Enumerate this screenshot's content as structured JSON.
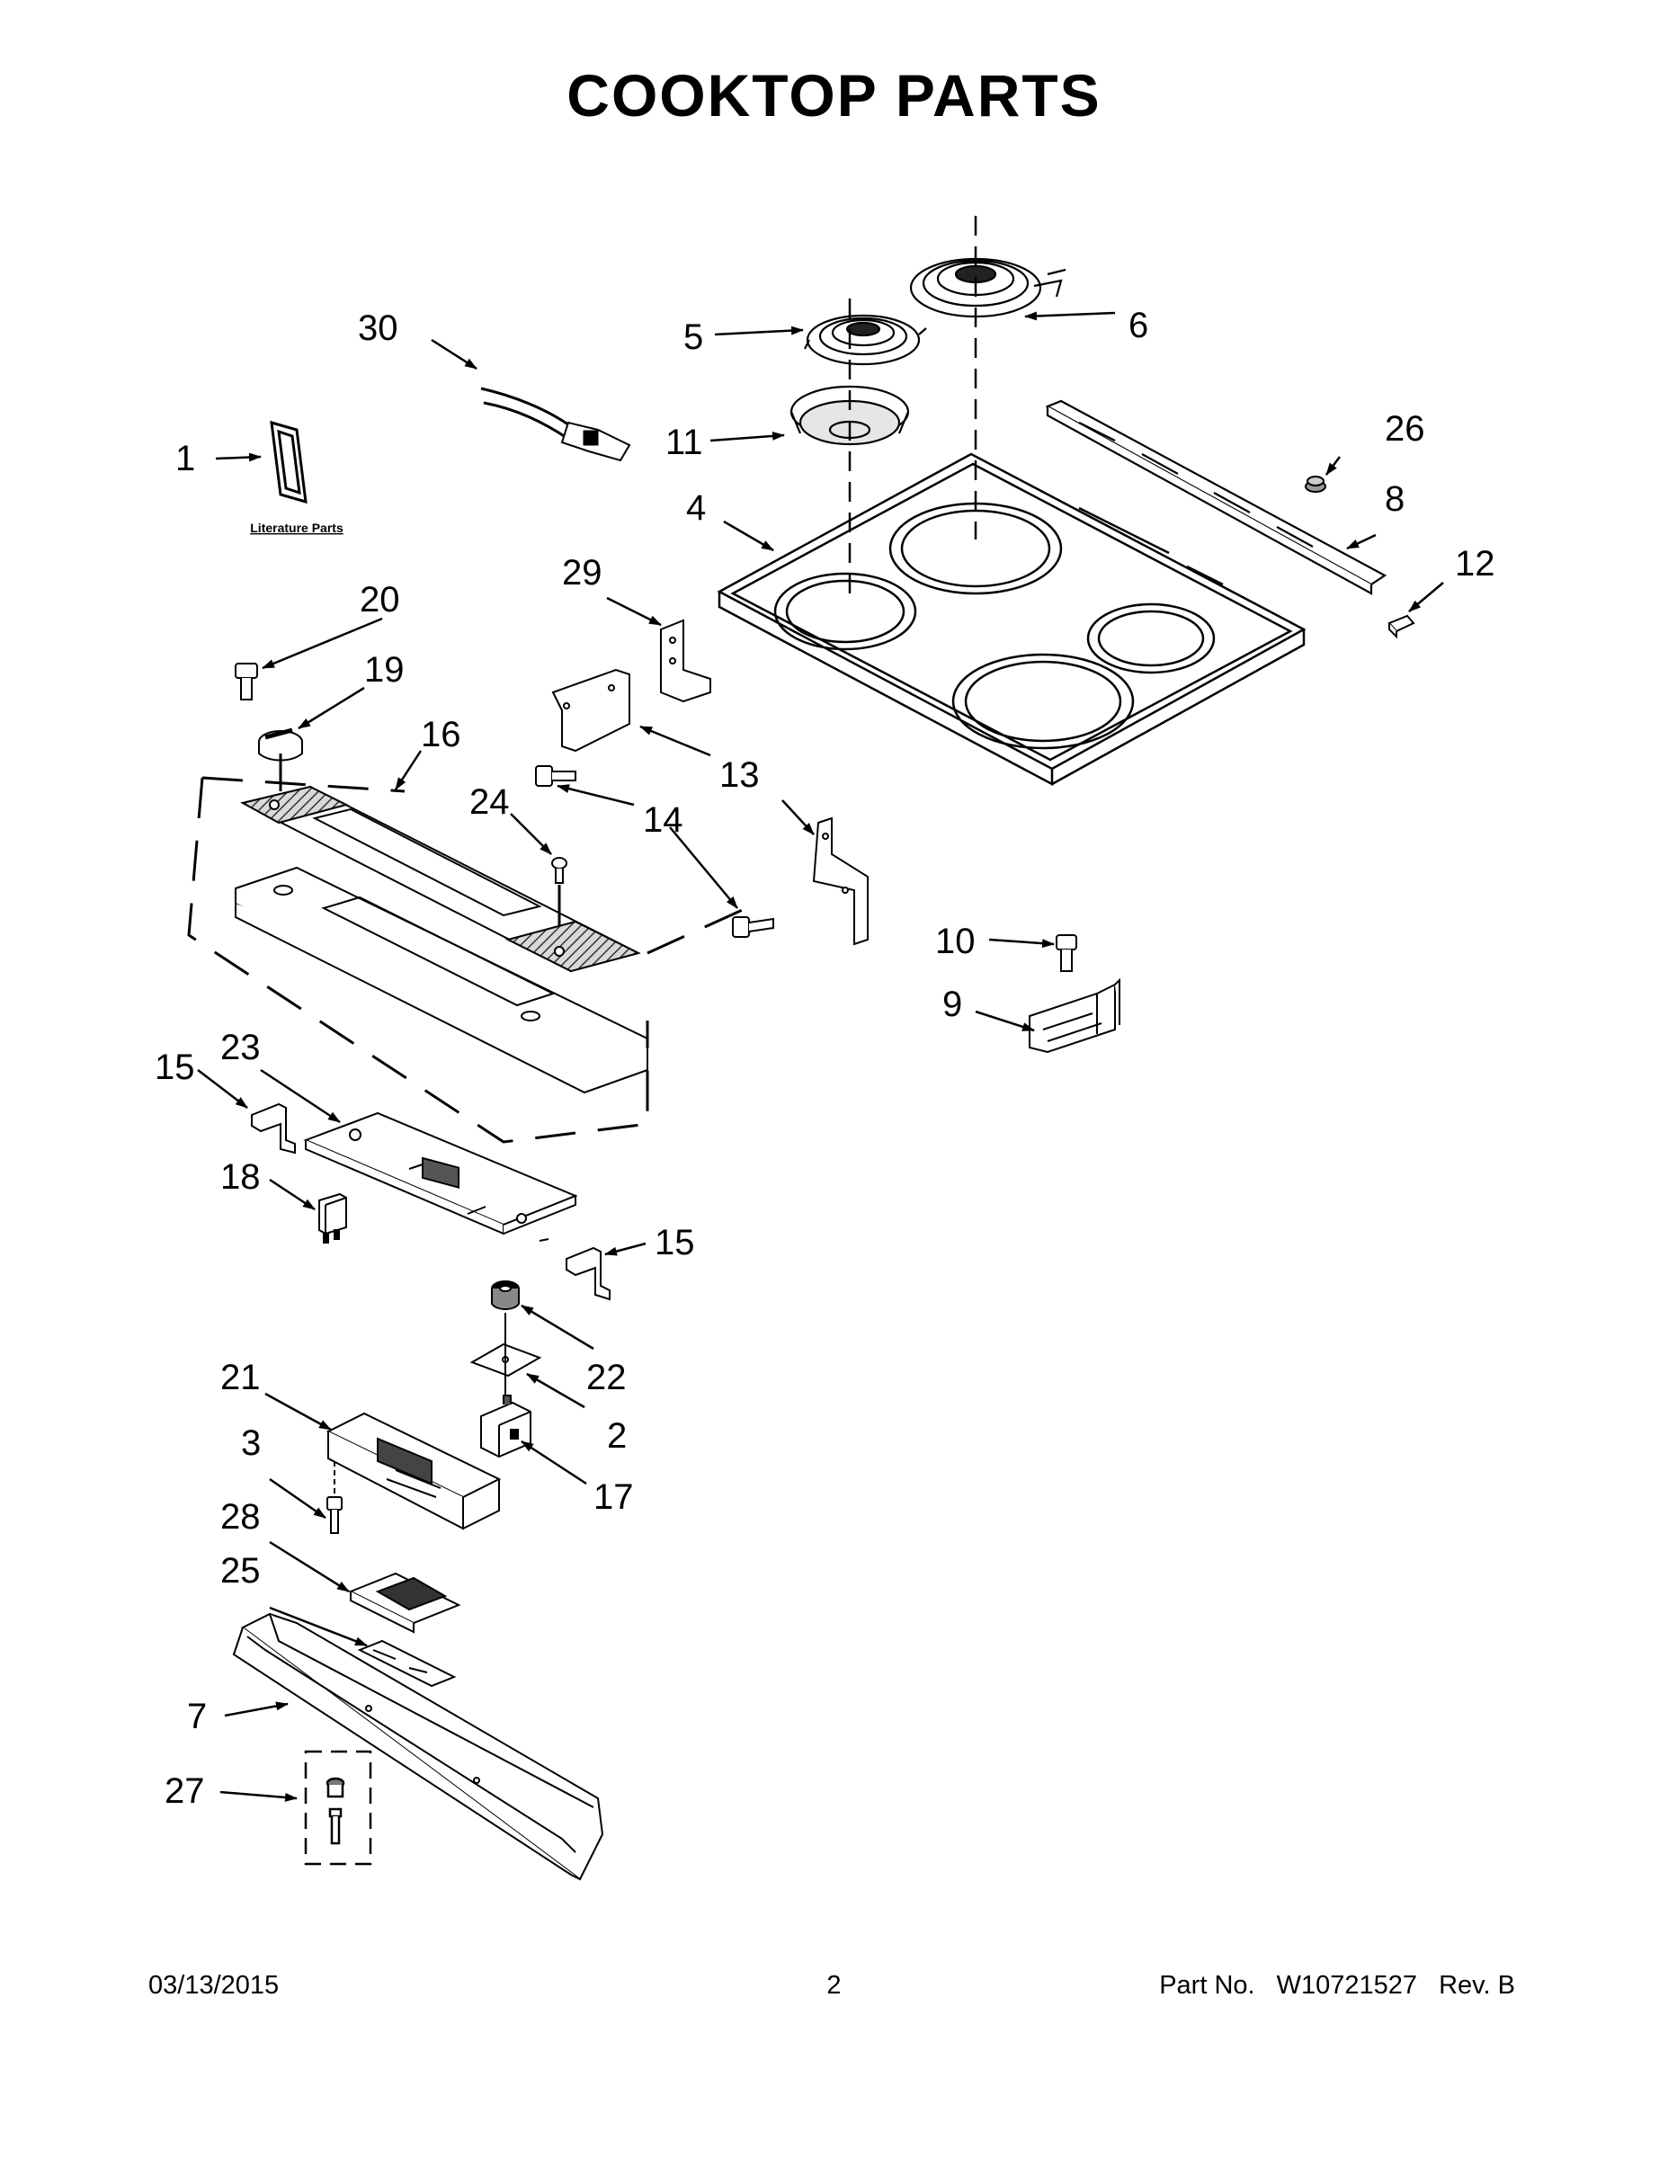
{
  "title": "COOKTOP PARTS",
  "footer": {
    "date": "03/13/2015",
    "page": "2",
    "part_label": "Part No.",
    "part_number": "W10721527",
    "revision": "Rev.  B"
  },
  "literature_label": "Literature Parts",
  "callouts": [
    "1",
    "2",
    "3",
    "4",
    "5",
    "6",
    "7",
    "8",
    "9",
    "10",
    "11",
    "12",
    "13",
    "14",
    "15",
    "15",
    "16",
    "17",
    "18",
    "19",
    "20",
    "21",
    "22",
    "23",
    "24",
    "25",
    "26",
    "27",
    "28",
    "29",
    "30"
  ]
}
